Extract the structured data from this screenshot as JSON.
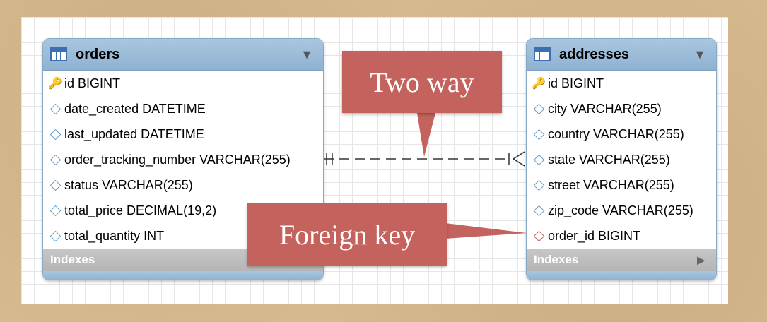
{
  "tables": {
    "orders": {
      "title": "orders",
      "columns": [
        {
          "label": "id BIGINT",
          "icon": "key-icon"
        },
        {
          "label": "date_created DATETIME",
          "icon": "diamond-icon"
        },
        {
          "label": "last_updated DATETIME",
          "icon": "diamond-icon"
        },
        {
          "label": "order_tracking_number VARCHAR(255)",
          "icon": "diamond-icon"
        },
        {
          "label": "status VARCHAR(255)",
          "icon": "diamond-icon"
        },
        {
          "label": "total_price DECIMAL(19,2)",
          "icon": "diamond-icon"
        },
        {
          "label": "total_quantity INT",
          "icon": "diamond-icon"
        }
      ],
      "indexes_label": "Indexes"
    },
    "addresses": {
      "title": "addresses",
      "columns": [
        {
          "label": "id BIGINT",
          "icon": "key-icon"
        },
        {
          "label": "city VARCHAR(255)",
          "icon": "diamond-icon"
        },
        {
          "label": "country VARCHAR(255)",
          "icon": "diamond-icon"
        },
        {
          "label": "state VARCHAR(255)",
          "icon": "diamond-icon"
        },
        {
          "label": "street VARCHAR(255)",
          "icon": "diamond-icon"
        },
        {
          "label": "zip_code VARCHAR(255)",
          "icon": "diamond-icon"
        },
        {
          "label": "order_id BIGINT",
          "icon": "fk-diamond-icon"
        }
      ],
      "indexes_label": "Indexes"
    }
  },
  "callouts": {
    "two_way": "Two way",
    "foreign_key": "Foreign key"
  },
  "colors": {
    "header_blue": "#8fb2d2",
    "callout_red": "#c4625d",
    "key_yellow": "#e8b800",
    "fk_red": "#d05a5a"
  }
}
